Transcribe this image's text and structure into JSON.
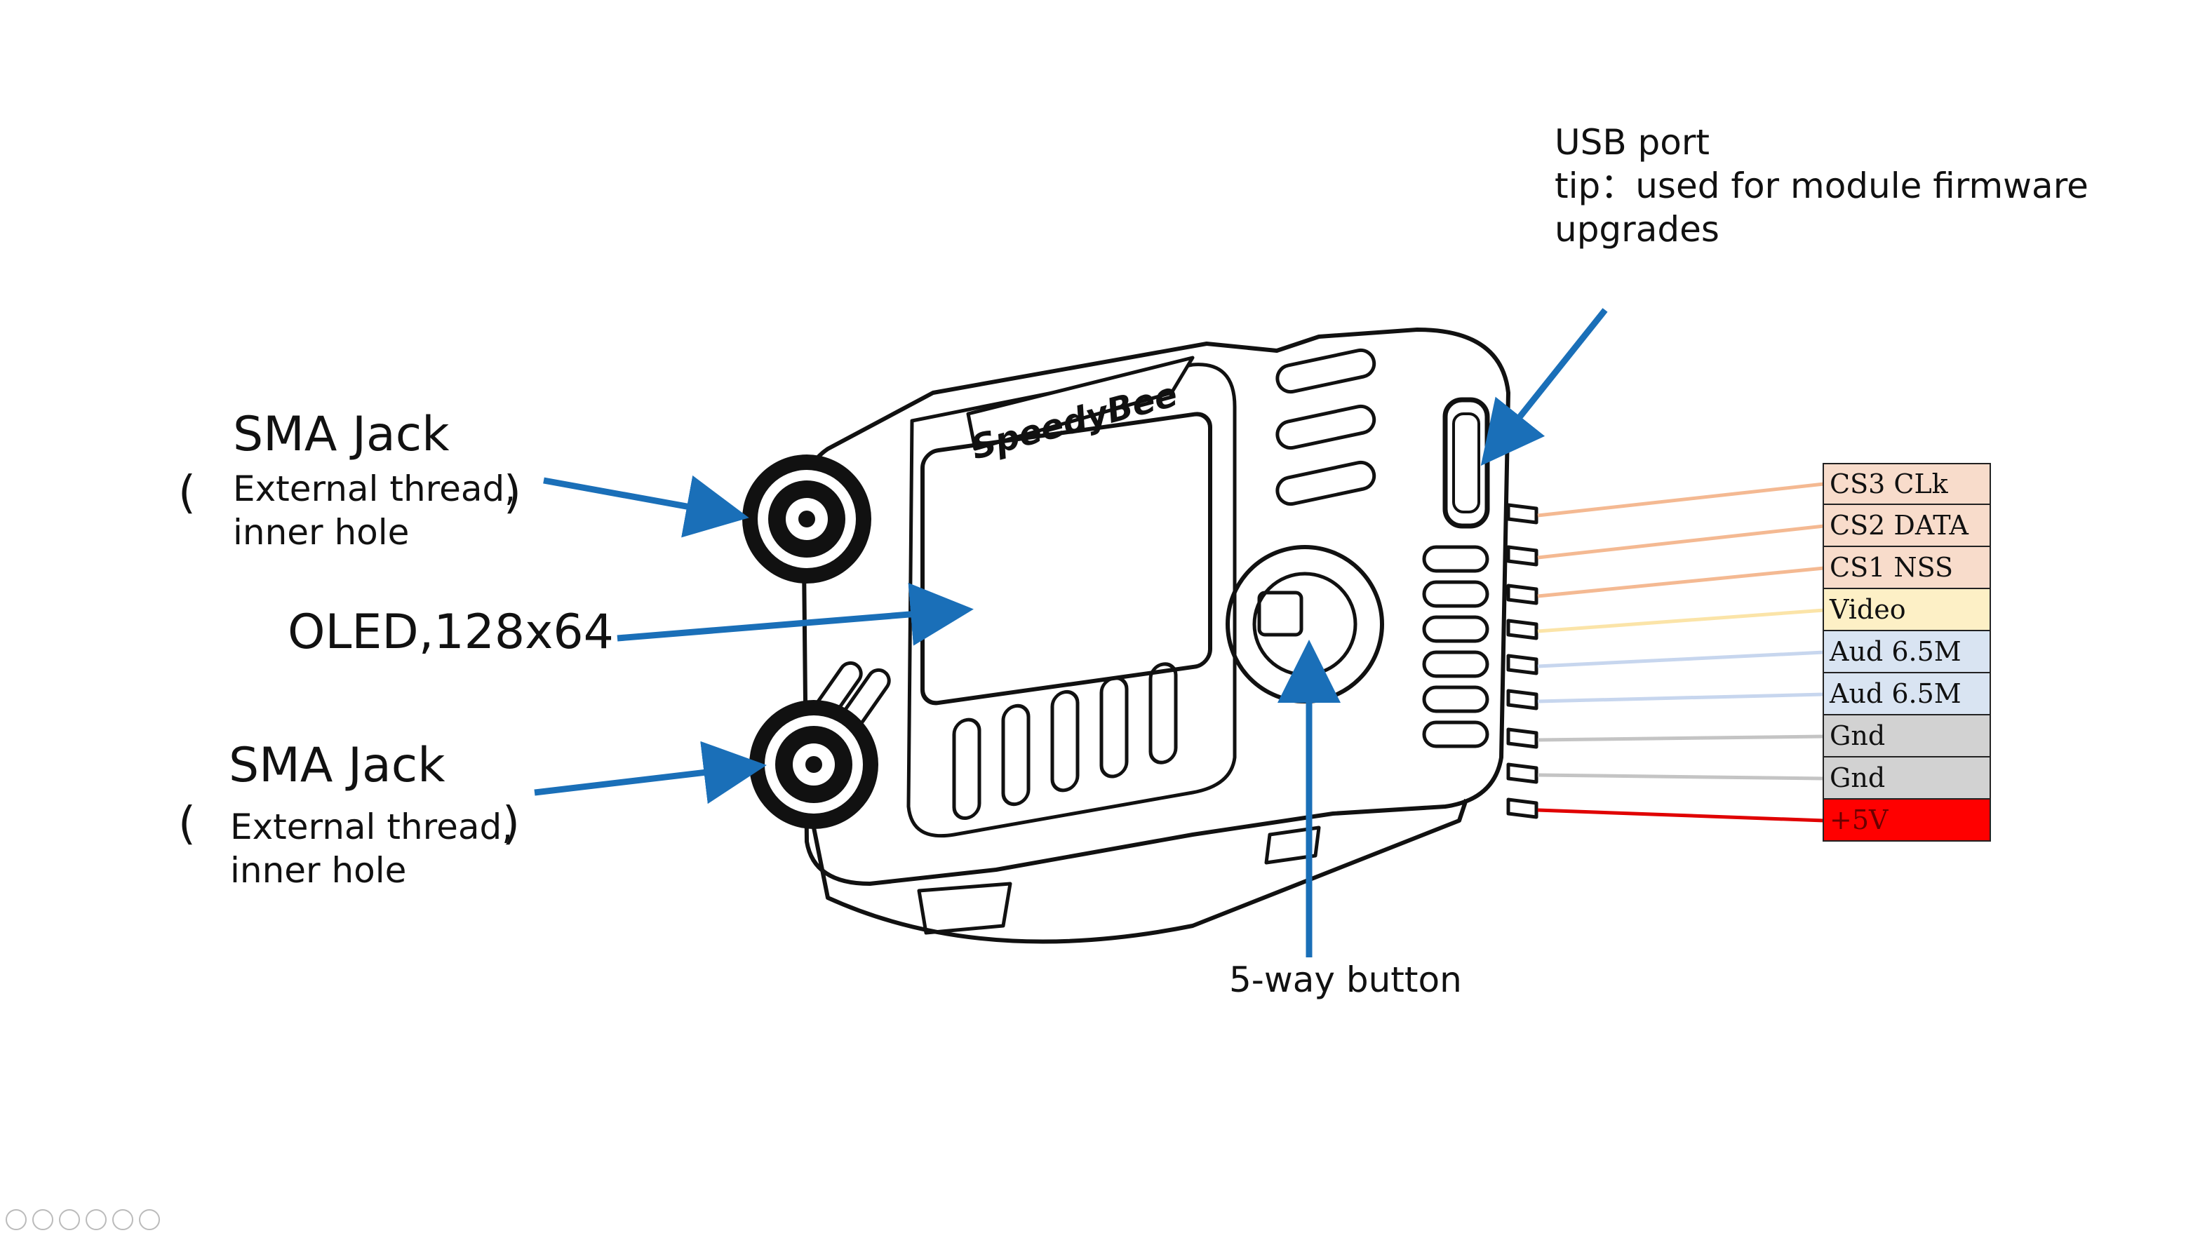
{
  "labels": {
    "usb": {
      "line1": "USB port",
      "line2": "tip：used for module firmware",
      "line3": "upgrades"
    },
    "sma_top": {
      "title": "SMA Jack",
      "open_paren": "(",
      "line1": "External thread,",
      "close_paren": ")",
      "line2": "inner hole"
    },
    "oled": "OLED,128x64",
    "sma_bottom": {
      "title": "SMA Jack",
      "open_paren": "(",
      "line1": "External thread,",
      "close_paren": ")",
      "line2": "inner hole"
    },
    "five_way": "5-way button"
  },
  "device": {
    "brand": "SpeedyBee"
  },
  "pins": [
    {
      "label": "CS3 CLk",
      "color": "#f8dccb",
      "wire": "#f4b992"
    },
    {
      "label": "CS2 DATA",
      "color": "#f8dccb",
      "wire": "#f4b992"
    },
    {
      "label": "CS1 NSS",
      "color": "#f8dccb",
      "wire": "#f4b992"
    },
    {
      "label": "Video",
      "color": "#fdf0c6",
      "wire": "#fbe4a8"
    },
    {
      "label": "Aud 6.5M",
      "color": "#d9e4f2",
      "wire": "#c7d6ee"
    },
    {
      "label": "Aud 6.5M",
      "color": "#d9e4f2",
      "wire": "#c7d6ee"
    },
    {
      "label": "Gnd",
      "color": "#d2d2d2",
      "wire": "#c4c4c4"
    },
    {
      "label": "Gnd",
      "color": "#d2d2d2",
      "wire": "#c4c4c4"
    },
    {
      "label": "+5V",
      "color": "#ff0000",
      "wire": "#e00000",
      "text_color": "#6b0000"
    }
  ],
  "colors": {
    "arrow": "#1a6fb8",
    "outline": "#111111"
  }
}
